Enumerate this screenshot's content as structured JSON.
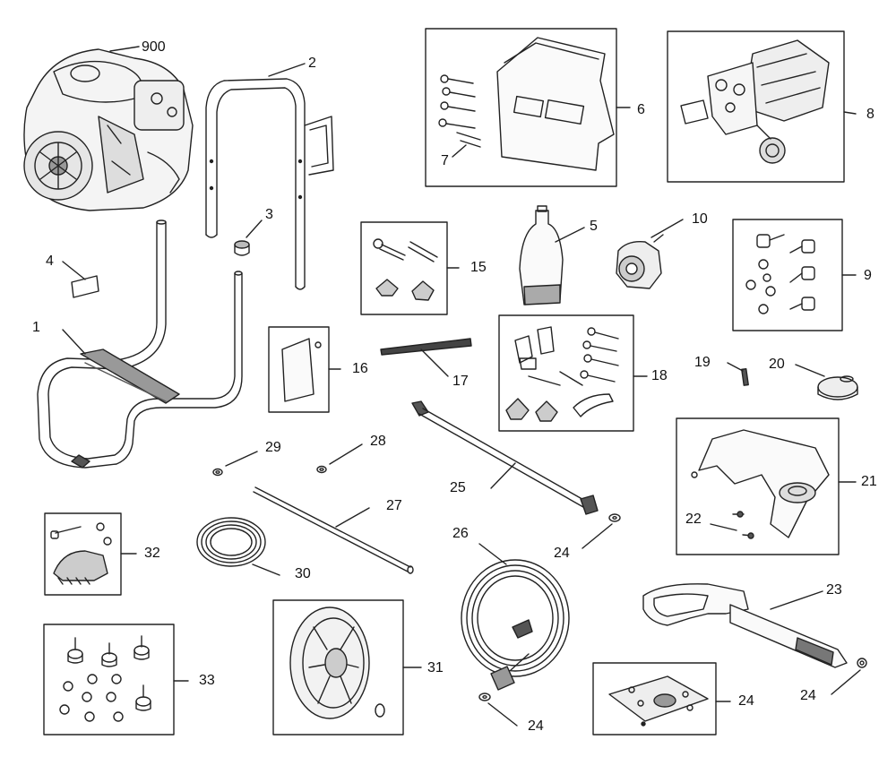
{
  "callouts": {
    "c900": "900",
    "c2": "2",
    "c3": "3",
    "c4": "4",
    "c1": "1",
    "c6": "6",
    "c7": "7",
    "c8": "8",
    "c5": "5",
    "c10": "10",
    "c15": "15",
    "c9": "9",
    "c16": "16",
    "c17": "17",
    "c18": "18",
    "c19": "19",
    "c20": "20",
    "c29": "29",
    "c28": "28",
    "c25": "25",
    "c21": "21",
    "c22": "22",
    "c24a": "24",
    "c27": "27",
    "c26": "26",
    "c32": "32",
    "c30": "30",
    "c23": "23",
    "c33": "33",
    "c31": "31",
    "c24b": "24",
    "c24c": "24",
    "c24d": "24"
  }
}
